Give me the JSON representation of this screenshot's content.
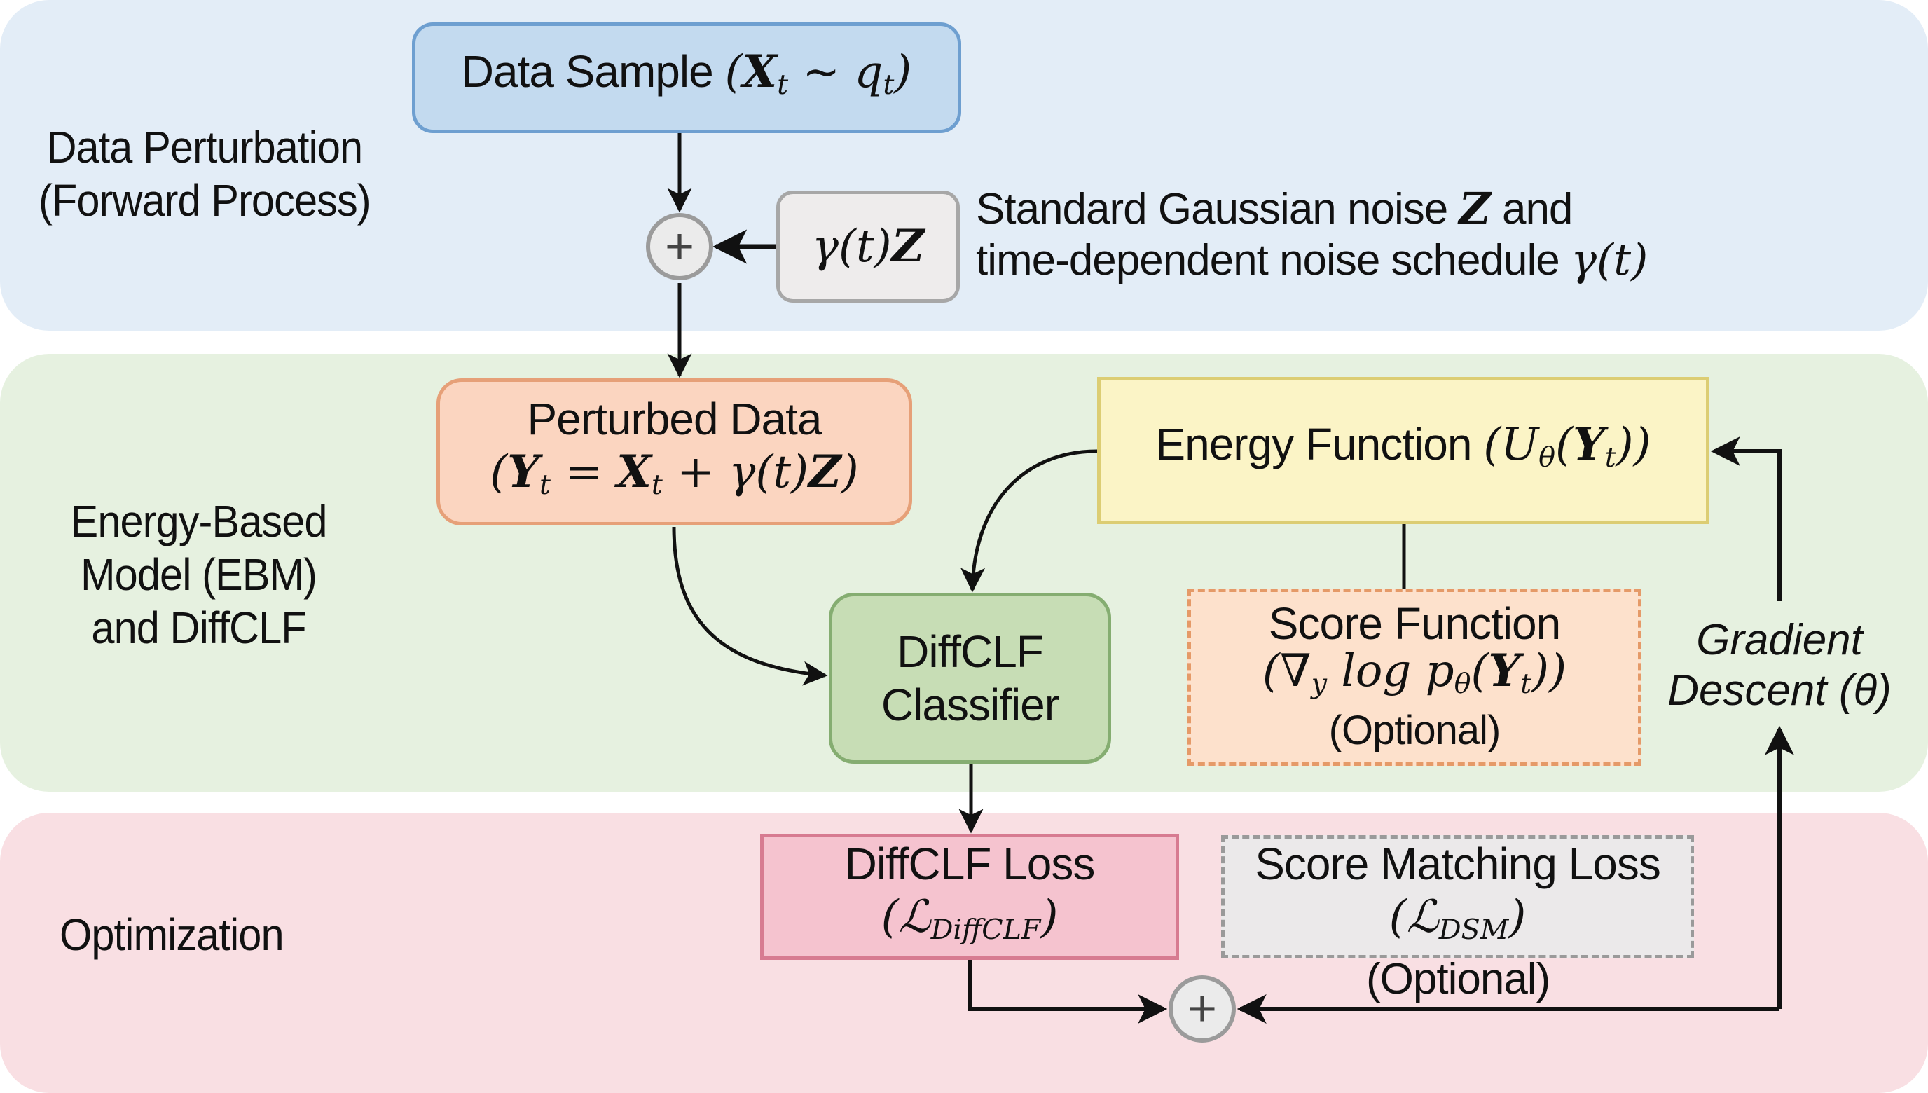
{
  "sections": {
    "forward": {
      "line1": "Data Perturbation",
      "line2": "(Forward Process)",
      "color": "#e3edf7"
    },
    "ebm": {
      "line1": "Energy-Based",
      "line2": "Model (EBM)",
      "line3": "and DiffCLF",
      "color": "#e6f1e0"
    },
    "optimization": {
      "line1": "Optimization",
      "color": "#f9dfe3"
    }
  },
  "nodes": {
    "data_sample": {
      "label": "Data Sample",
      "math_open": "(",
      "math_var": "X",
      "math_sub": "t",
      "math_rel": " ~ ",
      "math_var2": "q",
      "math_sub2": "t",
      "math_close": ")"
    },
    "noise": {
      "math_pre": "γ(t)",
      "math_var": "Z"
    },
    "noise_description": {
      "line1_pre": "Standard Gaussian noise ",
      "line1_var": "Z",
      "line1_post": " and",
      "line2_pre": "time-dependent noise schedule ",
      "line2_math": "γ(t)"
    },
    "plus_top": {
      "symbol": "+"
    },
    "perturbed": {
      "label": "Perturbed Data",
      "m_open": "(",
      "m_y": "Y",
      "m_ysub": "t",
      "m_eq": " = ",
      "m_x": "X",
      "m_xsub": "t",
      "m_plus": " + γ(t)",
      "m_z": "Z",
      "m_close": ")"
    },
    "energy": {
      "label": "Energy Function ",
      "m_open": "(U",
      "m_theta": "θ",
      "m_open2": "(",
      "m_y": "Y",
      "m_ysub": "t",
      "m_close": "))"
    },
    "classifier": {
      "line1": "DiffCLF",
      "line2": "Classifier"
    },
    "score": {
      "label": "Score Function",
      "m_open": "(∇",
      "m_ysub": "y",
      "m_log": " log p",
      "m_theta": "θ",
      "m_open2": "(",
      "m_y": "Y",
      "m_tsub": "t",
      "m_close": "))",
      "optional": "(Optional)"
    },
    "gradient": {
      "line1": "Gradient",
      "line2_pre": "Descent ",
      "line2_math": "(θ)"
    },
    "clf_loss": {
      "label": "DiffCLF Loss",
      "m_open": "(ℒ",
      "m_sub": "DiffCLF",
      "m_close": ")"
    },
    "dsm_loss": {
      "label": "Score Matching Loss",
      "m_open": "(ℒ",
      "m_sub": "DSM",
      "m_close": ")",
      "optional": "(Optional)"
    },
    "plus_bottom": {
      "symbol": "+"
    }
  },
  "colors": {
    "data_sample": "#c3daef",
    "noise": "#eeecec",
    "perturbed": "#fbd5c0",
    "energy": "#fbf4c6",
    "classifier": "#c7ddb5",
    "score": "#fde1cc",
    "clf_loss": "#f5c3cf",
    "dsm_loss": "#ebe9ea",
    "arrow": "#111111"
  }
}
